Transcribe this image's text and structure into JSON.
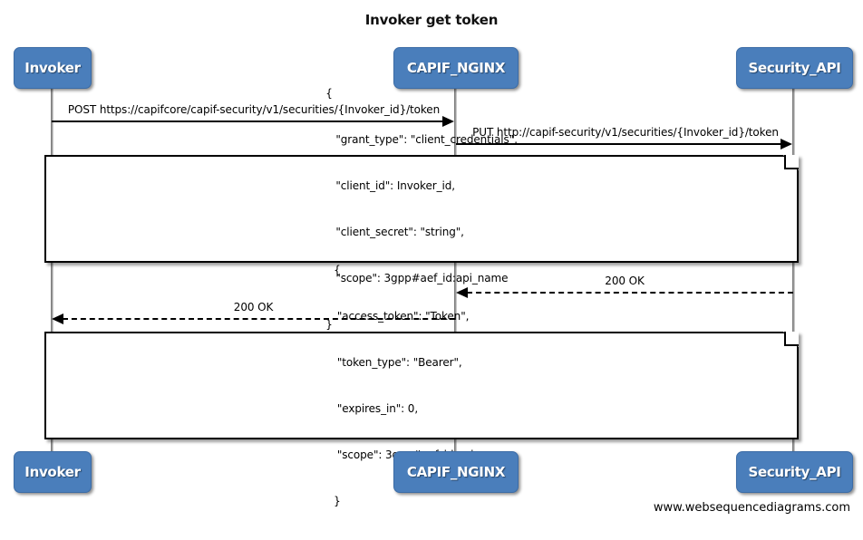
{
  "diagram": {
    "title": "Invoker get token",
    "footer": "www.websequencediagrams.com",
    "accent_color": "#4a7ebb",
    "line_color": "#000000",
    "lifeline_color": "#9a9a9a"
  },
  "participants": [
    {
      "name": "Invoker",
      "top_label": "Invoker",
      "bottom_label": "Invoker"
    },
    {
      "name": "CAPIF_NGINX",
      "top_label": "CAPIF_NGINX",
      "bottom_label": "CAPIF_NGINX"
    },
    {
      "name": "Security_API",
      "top_label": "Security_API",
      "bottom_label": "Security_API"
    }
  ],
  "messages": [
    {
      "id": "msg-post-token",
      "label": "POST https://capifcore/capif-security/v1/securities/{Invoker_id}/token",
      "from": "Invoker",
      "to": "CAPIF_NGINX",
      "direction": "right",
      "style": "solid"
    },
    {
      "id": "msg-put-token",
      "label": "PUT http://capif-security/v1/securities/{Invoker_id}/token",
      "from": "CAPIF_NGINX",
      "to": "Security_API",
      "direction": "right",
      "style": "solid"
    },
    {
      "id": "msg-200-ok-security",
      "label": "200 OK",
      "from": "Security_API",
      "to": "CAPIF_NGINX",
      "direction": "left",
      "style": "dashed"
    },
    {
      "id": "msg-200-ok-invoker",
      "label": "200 OK",
      "from": "CAPIF_NGINX",
      "to": "Invoker",
      "direction": "left",
      "style": "dashed"
    }
  ],
  "notes": [
    {
      "id": "note-request-body",
      "lines": [
        "{",
        "   \"grant_type\": \"client_credentials\",",
        "   \"client_id\": Invoker_id,",
        "   \"client_secret\": \"string\",",
        "   \"scope\": 3gpp#aef_id:api_name",
        "}"
      ]
    },
    {
      "id": "note-response-body",
      "lines": [
        "{",
        " \"access_token\": \"Token\",",
        " \"token_type\": \"Bearer\",",
        " \"expires_in\": 0,",
        " \"scope\": 3gpp#aef_id:api_name",
        "}"
      ]
    }
  ]
}
